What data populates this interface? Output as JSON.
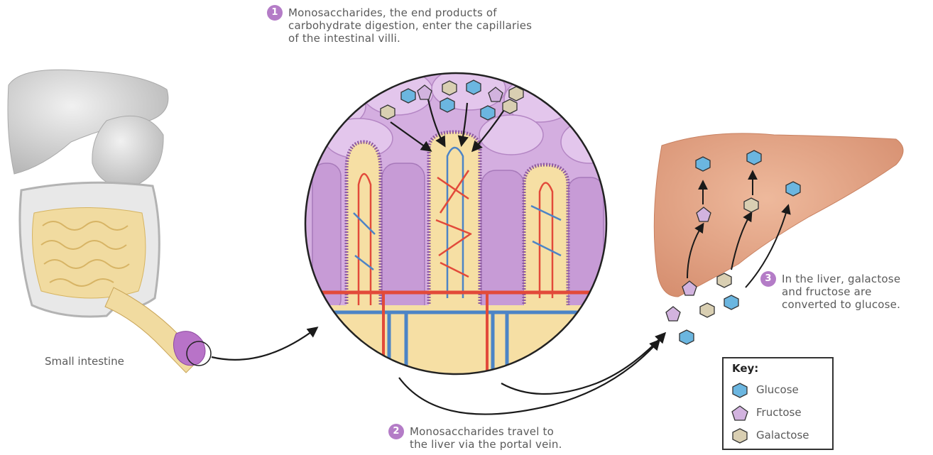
{
  "steps": [
    {
      "number": "1",
      "lines": [
        "Monosaccharides, the end products of",
        "carbohydrate digestion, enter the capillaries",
        "of the intestinal villi."
      ]
    },
    {
      "number": "2",
      "lines": [
        "Monosaccharides travel to",
        "the liver via the portal vein."
      ]
    },
    {
      "number": "3",
      "lines": [
        "In the liver, galactose",
        "and fructose are",
        "converted to glucose."
      ]
    }
  ],
  "small_intestine_label": "Small intestine",
  "key": {
    "title": "Key:",
    "items": [
      {
        "label": "Glucose",
        "shape": "hexagon",
        "color": "#6bb6e0"
      },
      {
        "label": "Fructose",
        "shape": "pentagon",
        "color": "#d2b3df"
      },
      {
        "label": "Galactose",
        "shape": "hexagon",
        "color": "#d9cfb2"
      }
    ]
  },
  "colors": {
    "glucose": "#6bb6e0",
    "fructose": "#d2b3df",
    "galactose": "#d9cfb2",
    "step_badge": "#b47cc7",
    "liver": "#e3a78a",
    "villus_tissue": "#c9a0d6",
    "capillary_red": "#e24a3a",
    "capillary_blue": "#4c84c6"
  }
}
